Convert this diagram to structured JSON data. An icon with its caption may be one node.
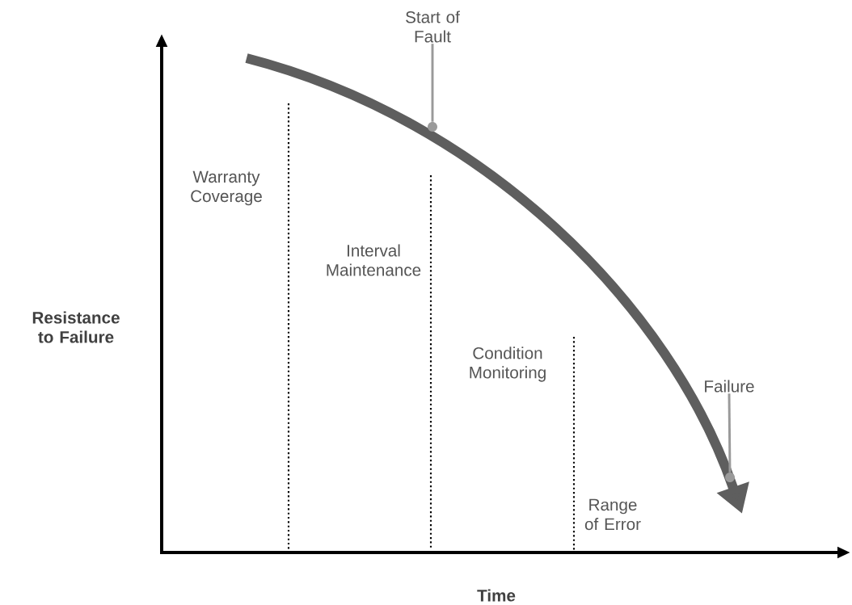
{
  "diagram": {
    "nodes": [
      {
        "text": [
          "Start of Fault"
        ]
      },
      {
        "text": [],
        "shape": "circle"
      },
      {
        "text": [
          "Failure"
        ]
      },
      {
        "text": [],
        "shape": "circle"
      }
    ],
    "edges": [
      {
        "from": 0,
        "to": 1,
        "arrow": "none"
      },
      {
        "from": 2,
        "to": 3,
        "arrow": "none"
      }
    ],
    "labels": [
      "Warranty Coverage",
      "Interval Maintenance",
      "Resistance to Failure",
      "Condition Monitoring",
      "Range of Error",
      "Time"
    ]
  }
}
